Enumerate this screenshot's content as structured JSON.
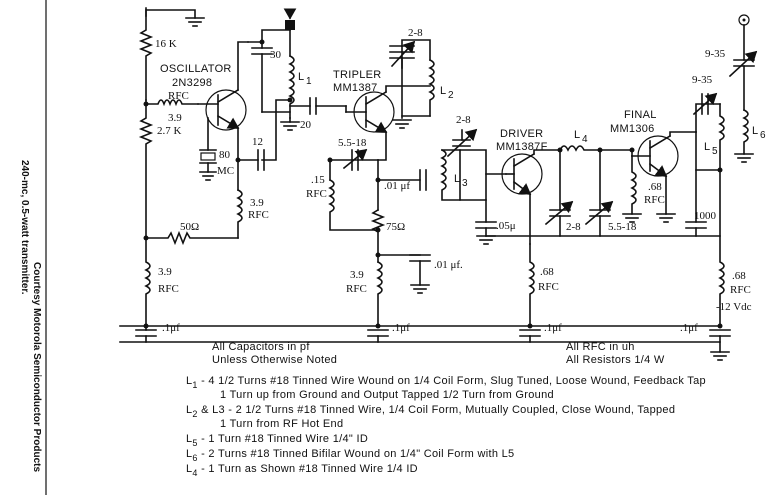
{
  "side_caption": {
    "credit": "Courtesy Motorola Semiconductor Products",
    "title": "240-mc, 0.5-watt transmitter."
  },
  "stages": {
    "oscillator": "OSCILLATOR",
    "oscillator_part": "2N3298",
    "tripler": "TRIPLER",
    "tripler_part": "MM1387",
    "driver": "DRIVER",
    "driver_part": "MM1387F",
    "final": "FINAL",
    "final_part": "MM1306"
  },
  "components": {
    "r_16k": "16 K",
    "rfc_osc": "RFC",
    "rfc_osc_val": "3.9",
    "r_27k": "2.7 K",
    "xtal": "80",
    "xtal_unit": "MC",
    "c_30": "30",
    "l1": "L",
    "l1_sub": "1",
    "c_12": "12",
    "rfc_39a_val": "3.9",
    "rfc_39a": "RFC",
    "r_50": "50Ω",
    "rfc_39b_val": "3.9",
    "rfc_39b": "RFC",
    "c_20": "20",
    "c_2_8a": "2-8",
    "l2": "L",
    "l2_sub": "2",
    "c_5_5_18a": "5.5-18",
    "rfc_15_val": ".15",
    "rfc_15": "RFC",
    "c_01a": ".01 μf",
    "r_75": "75Ω",
    "c_01b": ".01 μf.",
    "rfc_39c_val": "3.9",
    "rfc_39c": "RFC",
    "c_2_8b": "2-8",
    "l3": "L",
    "l3_sub": "3",
    "c_05": ".05μ",
    "l4": "L",
    "l4_sub": "4",
    "c_2_8c": "2-8",
    "c_5_5_18b": "5.5-18",
    "rfc_68a_val": ".68",
    "rfc_68a": "RFC",
    "rfc_68b_val": ".68",
    "rfc_68b": "RFC",
    "c_9_35a": "9-35",
    "l5": "L",
    "l5_sub": "5",
    "c_1000": "1000",
    "c_9_35b": "9-35",
    "l6": "L",
    "l6_sub": "6",
    "rfc_68c_val": ".68",
    "rfc_68c": "RFC",
    "supply": "-12 Vdc",
    "bypass_1": ".1μf",
    "bypass_2": ".1μf",
    "bypass_3": ".1μf",
    "bypass_4": ".1μf"
  },
  "notes": {
    "caps": "All Capacitors in pf",
    "unless": "Unless Otherwise Noted",
    "rfc": "All RFC in uh",
    "resistors": "All Resistors 1/4 W"
  },
  "coil_notes": [
    {
      "label": "L",
      "sub": "1",
      "rest": " - 4 1/2 Turns #18 Tinned Wire Wound on 1/4 Coil Form, Slug Tuned, Loose Wound, Feedback Tap"
    },
    {
      "label": "",
      "sub": "",
      "rest": "1 Turn up from Ground and Output Tapped 1/2 Turn from Ground"
    },
    {
      "label": "L",
      "sub": "2",
      "rest": " & L3 - 2 1/2 Turns #18 Tinned Wire, 1/4 Coil Form, Mutually Coupled, Close Wound, Tapped"
    },
    {
      "label": "",
      "sub": "",
      "rest": "1 Turn from RF Hot End"
    },
    {
      "label": "L",
      "sub": "5",
      "rest": " - 1 Turn #18 Tinned Wire 1/4\" ID"
    },
    {
      "label": "L",
      "sub": "6",
      "rest": " - 2 Turns #18 Tinned Bifilar Wound on 1/4\" Coil Form with L5"
    },
    {
      "label": "L",
      "sub": "4",
      "rest": " - 1 Turn as Shown #18 Tinned Wire 1/4 ID"
    }
  ]
}
